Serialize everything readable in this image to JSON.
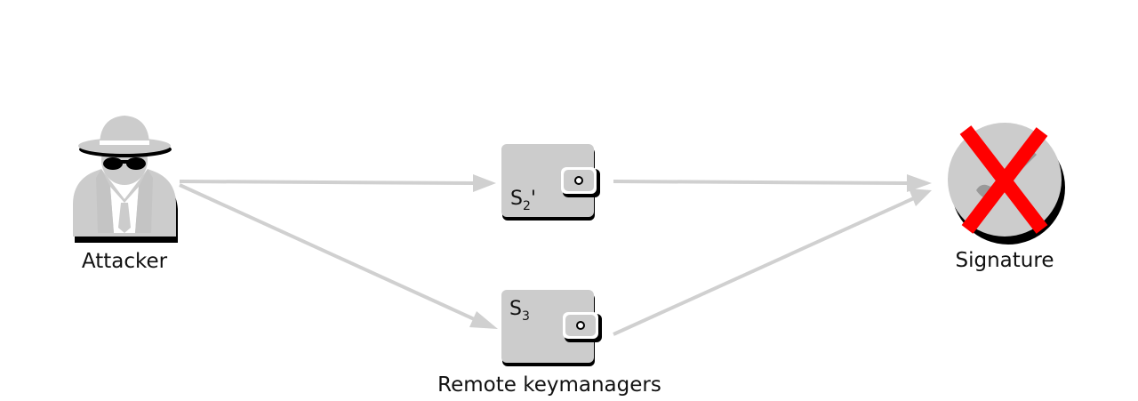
{
  "attacker": {
    "label": "Attacker"
  },
  "wallets": [
    {
      "key_name": "S",
      "key_sub": "2",
      "key_prime": "'"
    },
    {
      "key_name": "S",
      "key_sub": "3"
    }
  ],
  "wallet_group_label": "Remote keymanagers",
  "signature": {
    "label": "Signature",
    "status": "invalid"
  },
  "colors": {
    "node_fill": "#cccccc",
    "shadow": "#000000",
    "arrow": "#d0d0d0",
    "cross": "#ff0000"
  }
}
